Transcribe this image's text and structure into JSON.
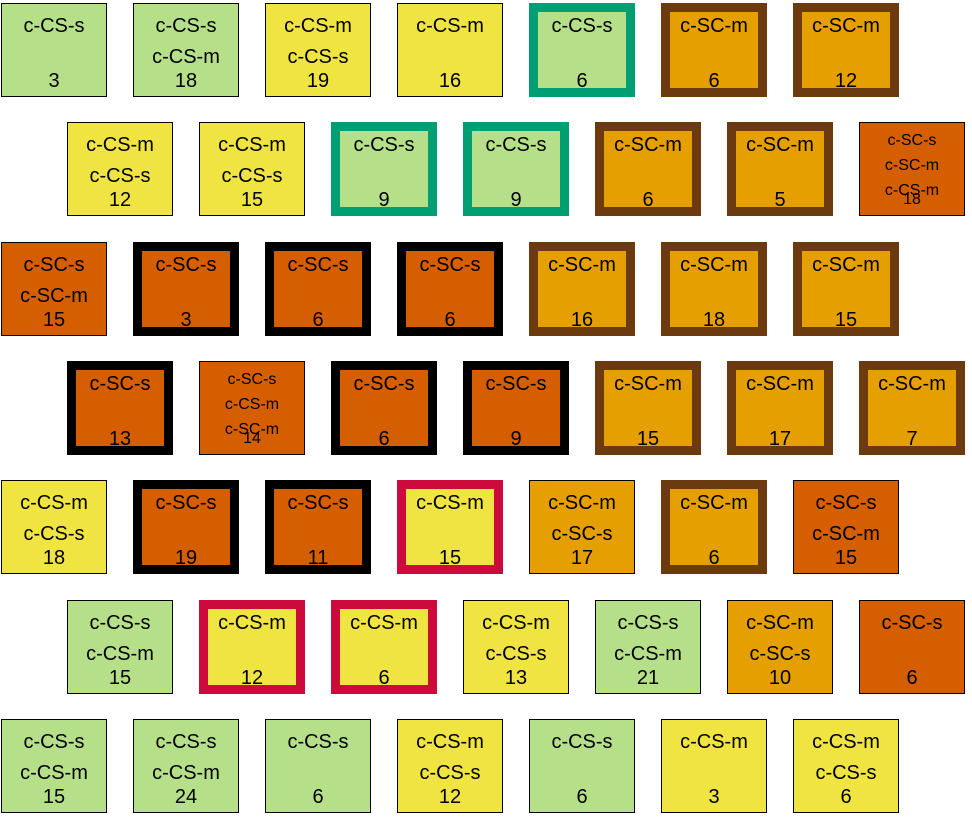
{
  "colors": {
    "light_green": "#b6df8a",
    "yellow": "#f0e442",
    "orange": "#e69f00",
    "dark_orange": "#d55e00",
    "teal_border": "#009e73",
    "brown_border": "#6b3a0e",
    "black_border": "#000000",
    "crimson_border": "#cc0a3c"
  },
  "rows": [
    {
      "tiles": [
        {
          "labels": [
            "c-CS-s"
          ],
          "number": "3",
          "fill": "light_green",
          "border": "none"
        },
        {
          "labels": [
            "c-CS-s",
            "c-CS-m"
          ],
          "number": "18",
          "fill": "light_green",
          "border": "none"
        },
        {
          "labels": [
            "c-CS-m",
            "c-CS-s"
          ],
          "number": "19",
          "fill": "yellow",
          "border": "none"
        },
        {
          "labels": [
            "c-CS-m"
          ],
          "number": "16",
          "fill": "yellow",
          "border": "none"
        },
        {
          "labels": [
            "c-CS-s"
          ],
          "number": "6",
          "fill": "light_green",
          "border": "teal_border"
        },
        {
          "labels": [
            "c-SC-m"
          ],
          "number": "6",
          "fill": "orange",
          "border": "brown_border"
        },
        {
          "labels": [
            "c-SC-m"
          ],
          "number": "12",
          "fill": "orange",
          "border": "brown_border"
        }
      ]
    },
    {
      "tiles": [
        {
          "labels": [
            "c-CS-m",
            "c-CS-s"
          ],
          "number": "12",
          "fill": "yellow",
          "border": "none"
        },
        {
          "labels": [
            "c-CS-m",
            "c-CS-s"
          ],
          "number": "15",
          "fill": "yellow",
          "border": "none"
        },
        {
          "labels": [
            "c-CS-s"
          ],
          "number": "9",
          "fill": "light_green",
          "border": "teal_border"
        },
        {
          "labels": [
            "c-CS-s"
          ],
          "number": "9",
          "fill": "light_green",
          "border": "teal_border"
        },
        {
          "labels": [
            "c-SC-m"
          ],
          "number": "6",
          "fill": "orange",
          "border": "brown_border"
        },
        {
          "labels": [
            "c-SC-m"
          ],
          "number": "5",
          "fill": "orange",
          "border": "brown_border"
        },
        {
          "labels": [
            "c-SC-s",
            "c-SC-m",
            "c-CS-m"
          ],
          "number": "18",
          "fill": "dark_orange",
          "border": "none"
        }
      ]
    },
    {
      "tiles": [
        {
          "labels": [
            "c-SC-s",
            "c-SC-m"
          ],
          "number": "15",
          "fill": "dark_orange",
          "border": "none"
        },
        {
          "labels": [
            "c-SC-s"
          ],
          "number": "3",
          "fill": "dark_orange",
          "border": "black_border"
        },
        {
          "labels": [
            "c-SC-s"
          ],
          "number": "6",
          "fill": "dark_orange",
          "border": "black_border"
        },
        {
          "labels": [
            "c-SC-s"
          ],
          "number": "6",
          "fill": "dark_orange",
          "border": "black_border"
        },
        {
          "labels": [
            "c-SC-m"
          ],
          "number": "16",
          "fill": "orange",
          "border": "brown_border"
        },
        {
          "labels": [
            "c-SC-m"
          ],
          "number": "18",
          "fill": "orange",
          "border": "brown_border"
        },
        {
          "labels": [
            "c-SC-m"
          ],
          "number": "15",
          "fill": "orange",
          "border": "brown_border"
        }
      ]
    },
    {
      "tiles": [
        {
          "labels": [
            "c-SC-s"
          ],
          "number": "13",
          "fill": "dark_orange",
          "border": "black_border"
        },
        {
          "labels": [
            "c-SC-s",
            "c-CS-m",
            "c-SC-m"
          ],
          "number": "14",
          "fill": "dark_orange",
          "border": "none"
        },
        {
          "labels": [
            "c-SC-s"
          ],
          "number": "6",
          "fill": "dark_orange",
          "border": "black_border"
        },
        {
          "labels": [
            "c-SC-s"
          ],
          "number": "9",
          "fill": "dark_orange",
          "border": "black_border"
        },
        {
          "labels": [
            "c-SC-m"
          ],
          "number": "15",
          "fill": "orange",
          "border": "brown_border"
        },
        {
          "labels": [
            "c-SC-m"
          ],
          "number": "17",
          "fill": "orange",
          "border": "brown_border"
        },
        {
          "labels": [
            "c-SC-m"
          ],
          "number": "7",
          "fill": "orange",
          "border": "brown_border"
        }
      ]
    },
    {
      "tiles": [
        {
          "labels": [
            "c-CS-m",
            "c-CS-s"
          ],
          "number": "18",
          "fill": "yellow",
          "border": "none"
        },
        {
          "labels": [
            "c-SC-s"
          ],
          "number": "19",
          "fill": "dark_orange",
          "border": "black_border"
        },
        {
          "labels": [
            "c-SC-s"
          ],
          "number": "11",
          "fill": "dark_orange",
          "border": "black_border"
        },
        {
          "labels": [
            "c-CS-m"
          ],
          "number": "15",
          "fill": "yellow",
          "border": "crimson_border"
        },
        {
          "labels": [
            "c-SC-m",
            "c-SC-s"
          ],
          "number": "17",
          "fill": "orange",
          "border": "none"
        },
        {
          "labels": [
            "c-SC-m"
          ],
          "number": "6",
          "fill": "orange",
          "border": "brown_border"
        },
        {
          "labels": [
            "c-SC-s",
            "c-SC-m"
          ],
          "number": "15",
          "fill": "dark_orange",
          "border": "none"
        }
      ]
    },
    {
      "tiles": [
        {
          "labels": [
            "c-CS-s",
            "c-CS-m"
          ],
          "number": "15",
          "fill": "light_green",
          "border": "none"
        },
        {
          "labels": [
            "c-CS-m"
          ],
          "number": "12",
          "fill": "yellow",
          "border": "crimson_border"
        },
        {
          "labels": [
            "c-CS-m"
          ],
          "number": "6",
          "fill": "yellow",
          "border": "crimson_border"
        },
        {
          "labels": [
            "c-CS-m",
            "c-CS-s"
          ],
          "number": "13",
          "fill": "yellow",
          "border": "none"
        },
        {
          "labels": [
            "c-CS-s",
            "c-CS-m"
          ],
          "number": "21",
          "fill": "light_green",
          "border": "none"
        },
        {
          "labels": [
            "c-SC-m",
            "c-SC-s"
          ],
          "number": "10",
          "fill": "orange",
          "border": "none"
        },
        {
          "labels": [
            "c-SC-s"
          ],
          "number": "6",
          "fill": "dark_orange",
          "border": "none"
        }
      ]
    },
    {
      "tiles": [
        {
          "labels": [
            "c-CS-s",
            "c-CS-m"
          ],
          "number": "15",
          "fill": "light_green",
          "border": "none"
        },
        {
          "labels": [
            "c-CS-s",
            "c-CS-m"
          ],
          "number": "24",
          "fill": "light_green",
          "border": "none"
        },
        {
          "labels": [
            "c-CS-s"
          ],
          "number": "6",
          "fill": "light_green",
          "border": "none"
        },
        {
          "labels": [
            "c-CS-m",
            "c-CS-s"
          ],
          "number": "12",
          "fill": "yellow",
          "border": "none"
        },
        {
          "labels": [
            "c-CS-s"
          ],
          "number": "6",
          "fill": "light_green",
          "border": "none"
        },
        {
          "labels": [
            "c-CS-m"
          ],
          "number": "3",
          "fill": "yellow",
          "border": "none"
        },
        {
          "labels": [
            "c-CS-m",
            "c-CS-s"
          ],
          "number": "6",
          "fill": "yellow",
          "border": "none"
        }
      ]
    }
  ]
}
